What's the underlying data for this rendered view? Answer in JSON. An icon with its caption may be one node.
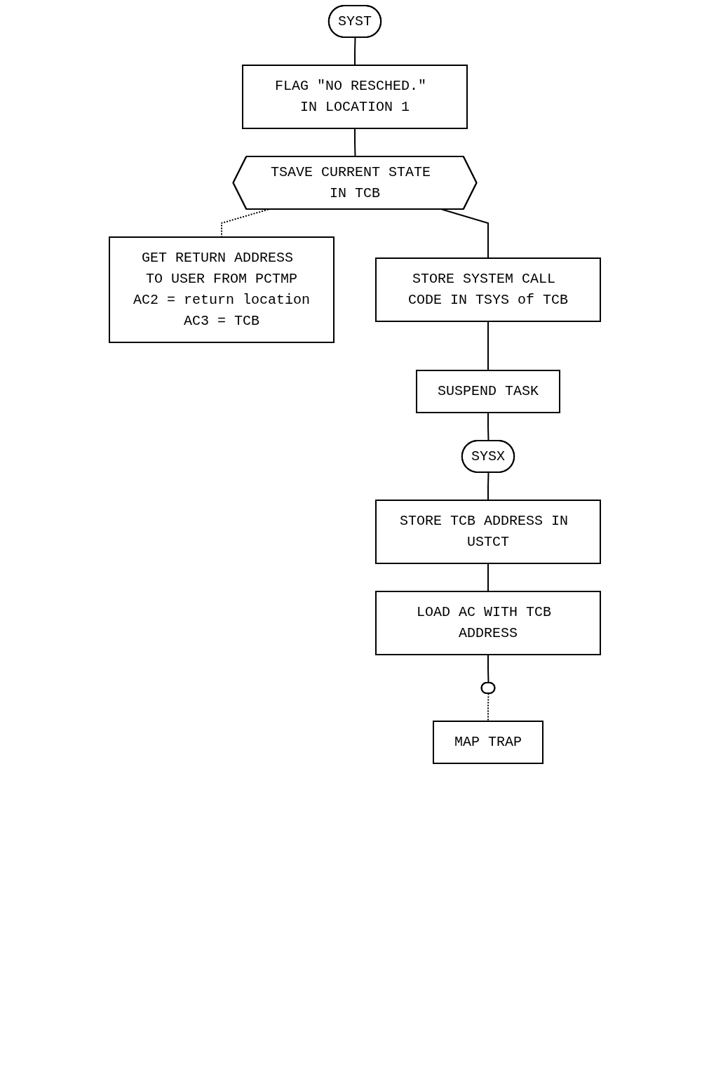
{
  "diagram": {
    "nodes": [
      {
        "text": [
          "SYST"
        ]
      },
      {
        "text": [
          "FLAG \"NO RESCHED.\" IN LOCATION 1"
        ]
      },
      {
        "text": [
          "TSAVE CURRENT STATE IN TCB"
        ]
      },
      {
        "text": [
          "GET RETURN ADDRESS TO USER FROM PCTMP",
          "AC2 = return location",
          "AC3 = TCB"
        ]
      },
      {
        "text": [
          "STORE SYSTEM CALL CODE IN TSYS of TCB"
        ]
      },
      {
        "text": [
          "SUSPEND TASK"
        ]
      },
      {
        "text": [
          "SYSX"
        ]
      },
      {
        "text": [
          "STORE TCB ADDRESS IN USTCT"
        ]
      },
      {
        "text": [
          "LOAD AC WITH TCB ADDRESS"
        ]
      },
      {
        "text": [
          "MAP TRAP"
        ]
      },
      {
        "text": [],
        "shape": "oval"
      }
    ],
    "edges": [
      {
        "from": 0,
        "to": 1,
        "arrow": "none"
      },
      {
        "from": 1,
        "to": 2,
        "arrow": "none"
      },
      {
        "from": 2,
        "to": 3,
        "arrow": "none",
        "style": "dashed"
      },
      {
        "from": 2,
        "to": 4,
        "arrow": "none"
      },
      {
        "from": 4,
        "to": 5,
        "arrow": "none"
      },
      {
        "from": 5,
        "to": 6,
        "arrow": "none"
      },
      {
        "from": 6,
        "to": 7,
        "arrow": "none"
      },
      {
        "from": 7,
        "to": 8,
        "arrow": "none"
      },
      {
        "from": 8,
        "to": 10,
        "arrow": "none"
      },
      {
        "from": 10,
        "to": 9,
        "arrow": "none",
        "style": "dashed"
      }
    ]
  }
}
